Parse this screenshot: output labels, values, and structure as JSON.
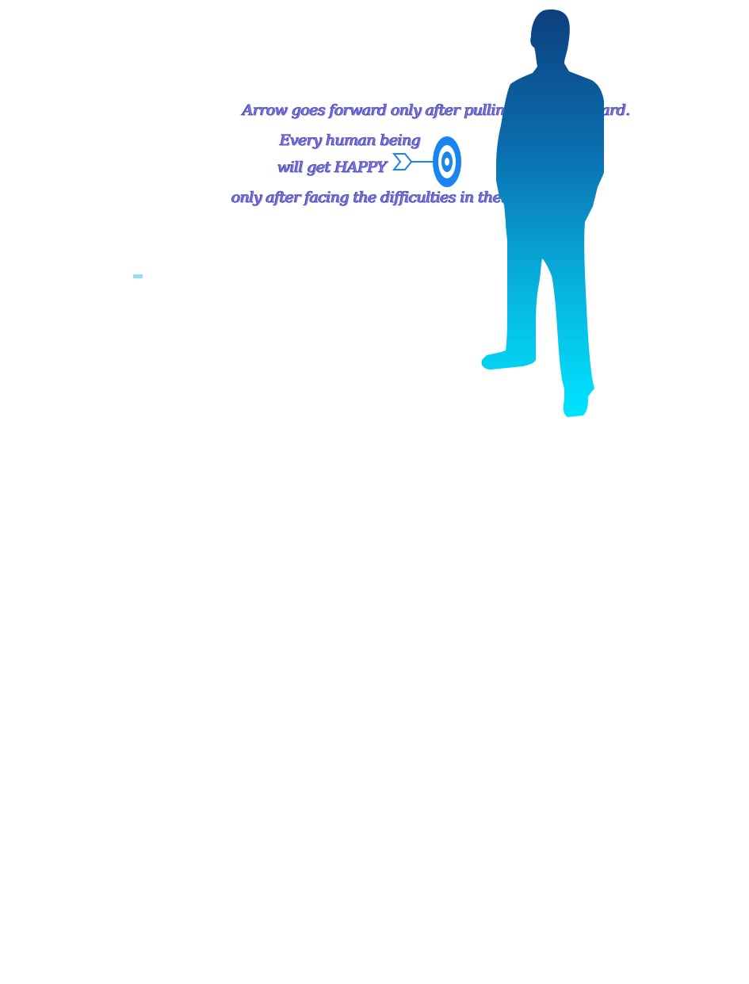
{
  "quote": {
    "line1": "Arrow goes forward only after pulling in to backward.",
    "line2": "Every human being",
    "line3": "will get HAPPY",
    "line4": "only after facing the difficulties in their life path ..."
  },
  "icons": {
    "arrow_target": "arrow-target-icon",
    "figure": "man-silhouette"
  },
  "colors": {
    "text_fill": "#8a86ea",
    "text_outline": "#3f3aa8",
    "target_blue": "#1a85f0",
    "figure_top": "#0d3f7e",
    "figure_bottom": "#00e4ff"
  }
}
